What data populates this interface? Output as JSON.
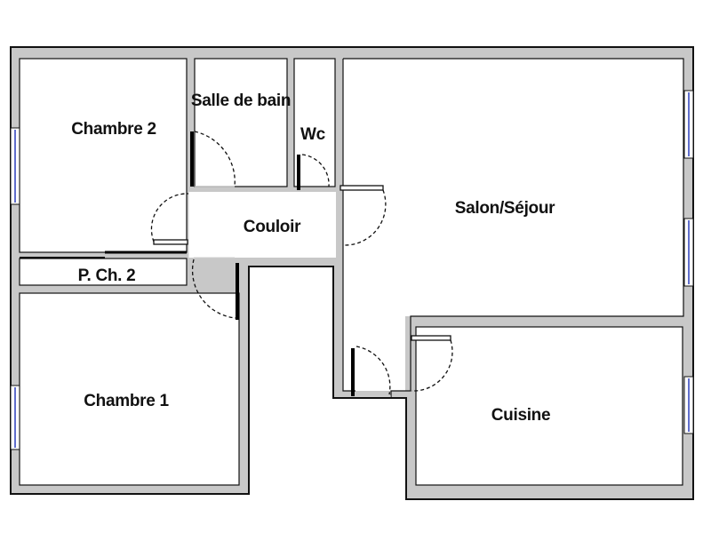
{
  "rooms": {
    "chambre2": "Chambre 2",
    "salle_de_bain": "Salle de bain",
    "wc": "Wc",
    "salon": "Salon/Séjour",
    "couloir": "Couloir",
    "placard": "P. Ch. 2",
    "chambre1": "Chambre 1",
    "cuisine": "Cuisine"
  },
  "colors": {
    "wall_fill": "#c8c8c8",
    "wall_outline": "#111111",
    "window": "#2b3dbb"
  }
}
